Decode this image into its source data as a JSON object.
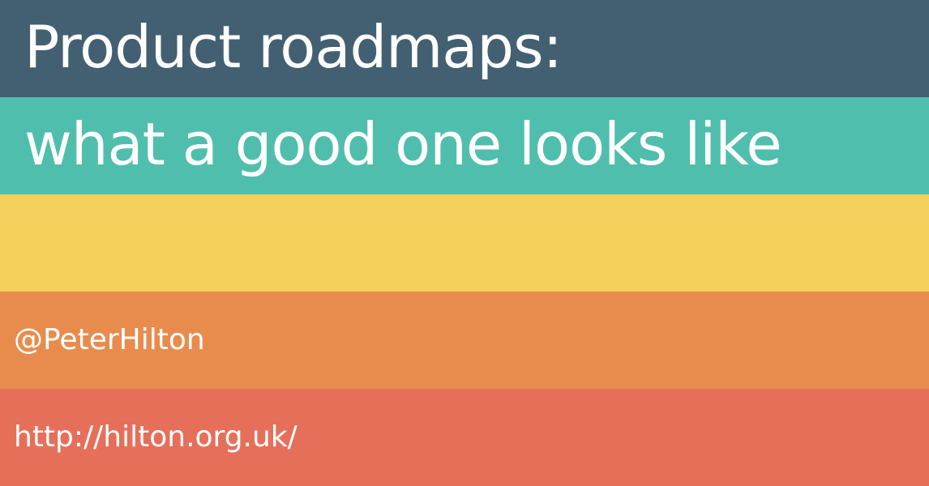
{
  "slide": {
    "title_line_1": "Product roadmaps:",
    "title_line_2": "what a good one looks like",
    "author_handle": "@PeterHilton",
    "author_url": "http://hilton.org.uk/"
  },
  "colors": {
    "band_1": "#436072",
    "band_2": "#50BEAD",
    "band_3": "#F2D05B",
    "band_4": "#E88C4D",
    "band_5": "#E66F5A",
    "text": "#FFFFFF"
  }
}
